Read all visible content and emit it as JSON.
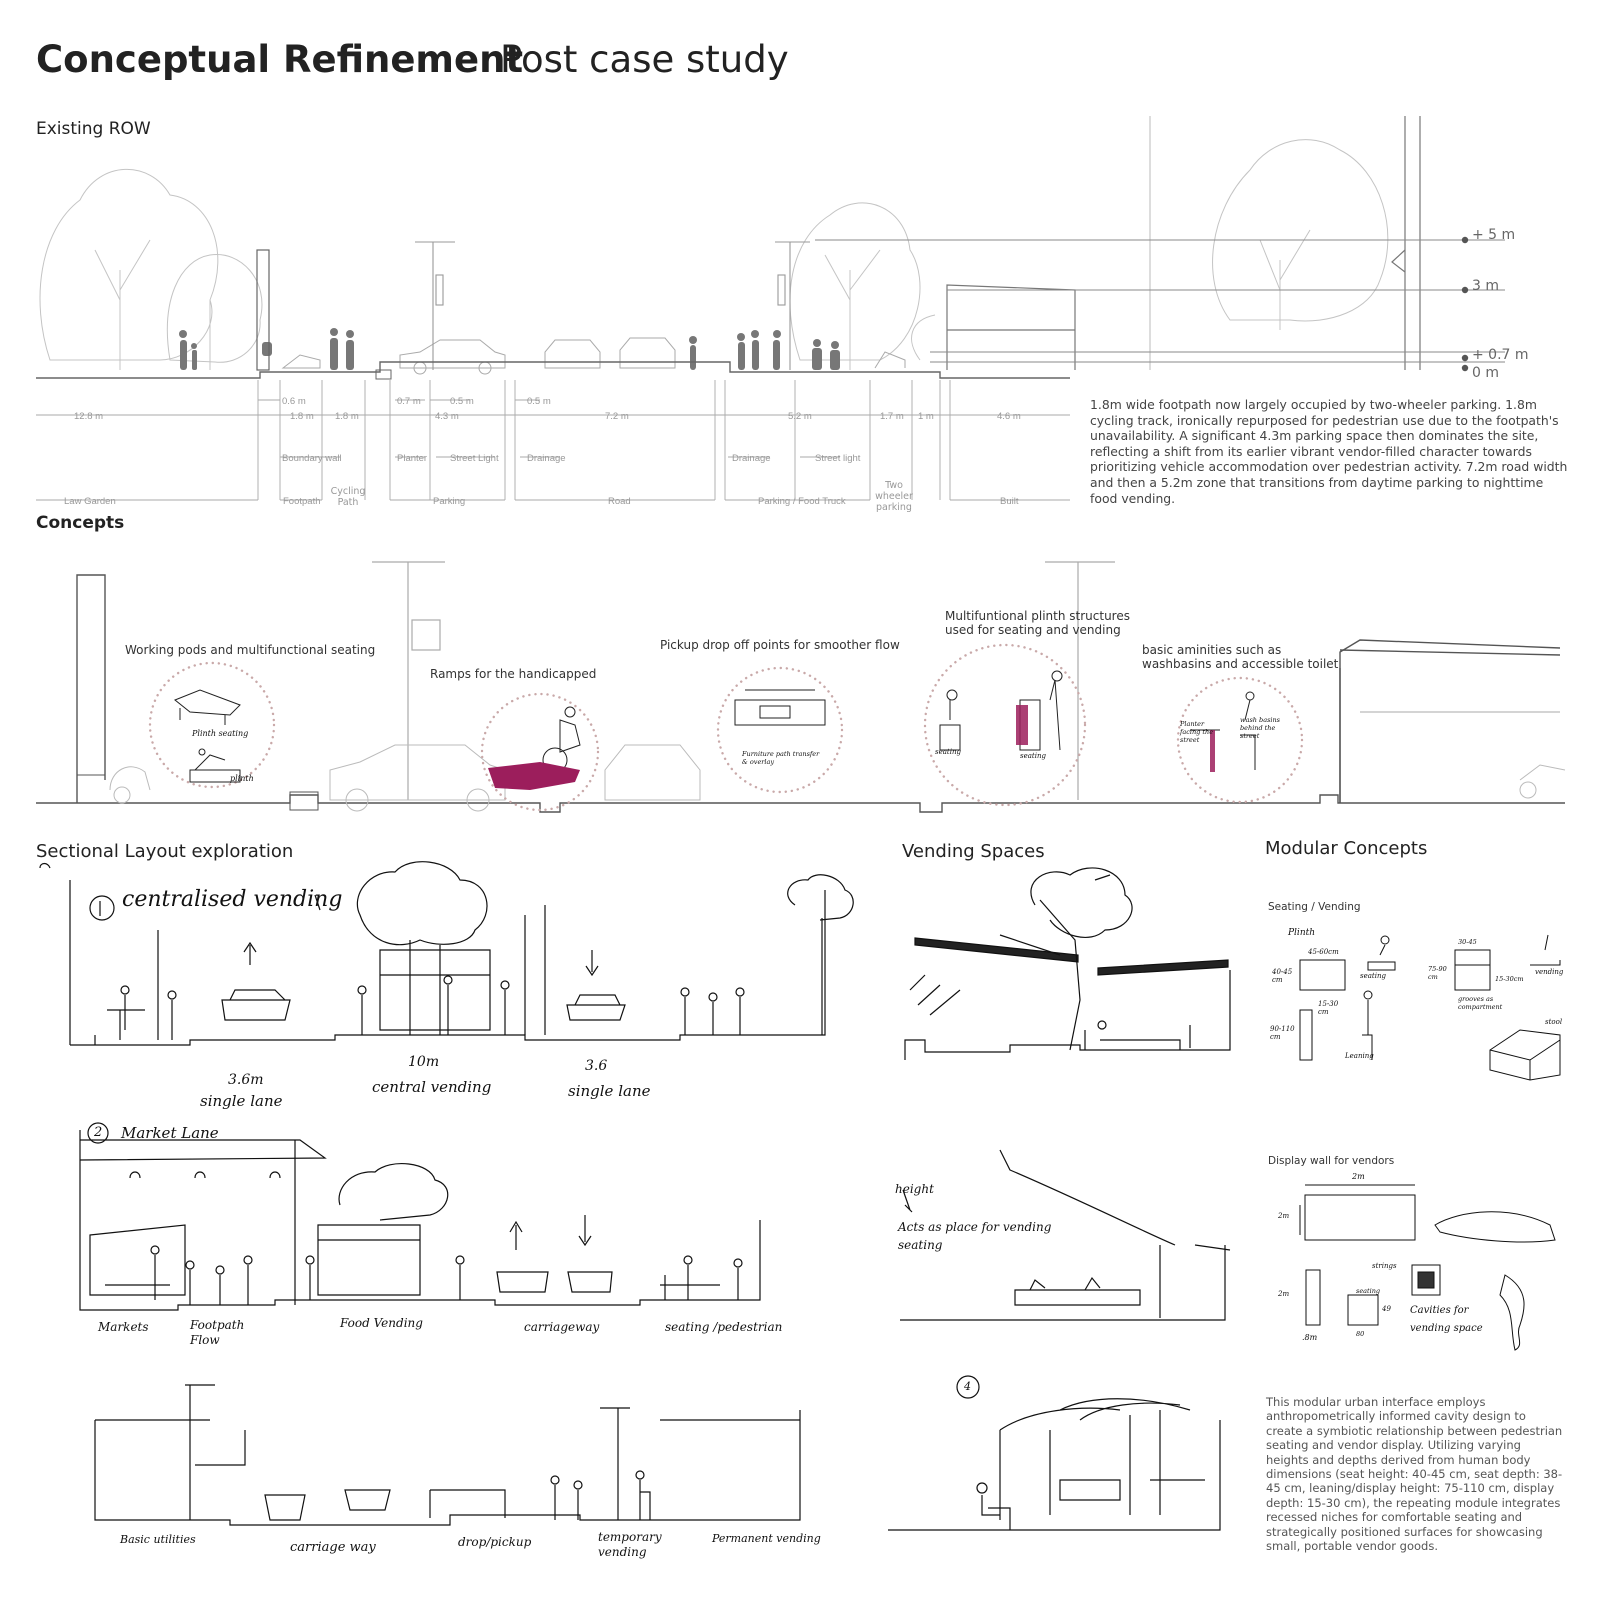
{
  "header": {
    "title": "Conceptual Refinement",
    "subtitle": "Post case study"
  },
  "existing_row": {
    "heading": "Existing ROW",
    "levels": [
      "+ 5 m",
      "3 m",
      "+ 0.7 m",
      "0 m"
    ],
    "dimensions_top": [
      "0.6 m",
      "0.7 m",
      "0.5 m",
      "0.5 m"
    ],
    "dimensions_mid": [
      "12.8 m",
      "1.8 m",
      "1.8 m",
      "4.3 m",
      "7.2 m",
      "5.2 m",
      "1.7 m",
      "1 m",
      "4.6 m"
    ],
    "element_labels": [
      "Boundary wall",
      "Planter",
      "Street Light",
      "Drainage",
      "Drainage",
      "Street light"
    ],
    "zone_labels": [
      "Law Garden",
      "Footpath",
      "Cycling Path",
      "Parking",
      "Road",
      "Parking / Food Truck",
      "Two wheeler parking",
      "Built"
    ],
    "description": "1.8m wide footpath now largely occupied by two-wheeler parking. 1.8m cycling track, ironically repurposed for pedestrian use due to the footpath's unavailability.  A significant 4.3m parking space then dominates the site, reflecting a shift from its earlier vibrant vendor-filled character towards prioritizing vehicle accommodation over pedestrian activity.  7.2m road width and then a 5.2m zone that transitions from daytime parking to nighttime food vending."
  },
  "concepts": {
    "heading": "Concepts",
    "callouts": [
      "Working pods and multifunctional seating",
      "Ramps for the handicapped",
      "Pickup drop off points for smoother flow",
      "Multifuntional plinth structures used for seating and vending",
      "basic aminities such as washbasins and accessible toilet"
    ],
    "sketch_notes": [
      "Plinth seating",
      "plinth",
      "Furniture path transfer & overlay",
      "seating",
      "seating",
      "Planter facing the street",
      "wash basins behind the street"
    ]
  },
  "sectional": {
    "heading": "Sectional Layout exploration",
    "option1": {
      "title": "centralised vending",
      "number": "1",
      "labels": [
        "3.6m",
        "single lane",
        "10m",
        "central vending",
        "3.6",
        "single lane"
      ]
    },
    "option2": {
      "title": "Market Lane",
      "number": "2",
      "labels": [
        "Markets",
        "Footpath Flow",
        "Food Vending",
        "carriageway",
        "seating /pedestrian"
      ]
    },
    "option3": {
      "labels": [
        "Basic utilities",
        "carriage way",
        "drop/pickup",
        "temporary vending",
        "Permanent vending"
      ]
    }
  },
  "vending": {
    "heading": "Vending Spaces",
    "notes": [
      "height",
      "Acts as place for vending seating"
    ],
    "number": "4"
  },
  "modular": {
    "heading": "Modular Concepts",
    "seating_vending": {
      "label": "Seating / Vending",
      "notes": [
        "Plinth",
        "45-60cm",
        "40-45 cm",
        "15-30 cm",
        "seating",
        "90-110 cm",
        "Leaning",
        "30-45",
        "75-90 cm",
        "15-30cm",
        "grooves as compartment",
        "vending",
        "stool"
      ]
    },
    "display_wall": {
      "label": "Display wall for vendors",
      "notes": [
        "2m",
        "2m",
        "2m",
        "strings",
        "seating",
        "49",
        "80",
        ".8m",
        "Cavities for vending space"
      ]
    },
    "description": "This modular urban interface employs anthropometrically informed cavity design to create a symbiotic relationship between pedestrian seating and vendor display. Utilizing varying heights and depths derived from human body dimensions (seat height: 40-45 cm, seat depth: 38-45 cm, leaning/display height: 75-110 cm, display depth: 15-30 cm), the repeating module integrates recessed niches for comfortable seating and strategically positioned surfaces for showcasing small, portable vendor goods."
  },
  "colors": {
    "accent": "#9c1e5c",
    "dot": "#c9a9a9",
    "line": "#8a8a8a"
  }
}
